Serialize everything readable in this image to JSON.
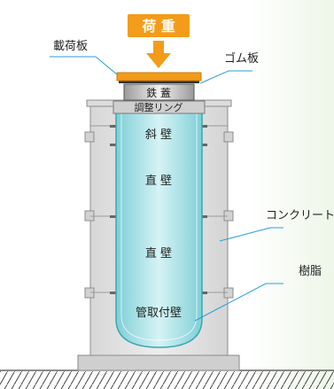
{
  "labels": {
    "load": "荷 重",
    "loading_plate": "載荷板",
    "rubber_plate": "ゴム板",
    "iron_lid": "鉄 蓋",
    "adjust_ring": "調整リング",
    "slant_wall": "斜 壁",
    "straight_wall_1": "直 壁",
    "straight_wall_2": "直 壁",
    "pipe_wall": "管取付壁",
    "concrete": "コンクリート",
    "resin": "樹脂"
  },
  "colors": {
    "load_badge": "#f39c1a",
    "leader_line": "#2a9fd8",
    "liner": "#b8e6ea",
    "manhole_body": "#e4e4e4",
    "ground_hatch": "#444444"
  }
}
